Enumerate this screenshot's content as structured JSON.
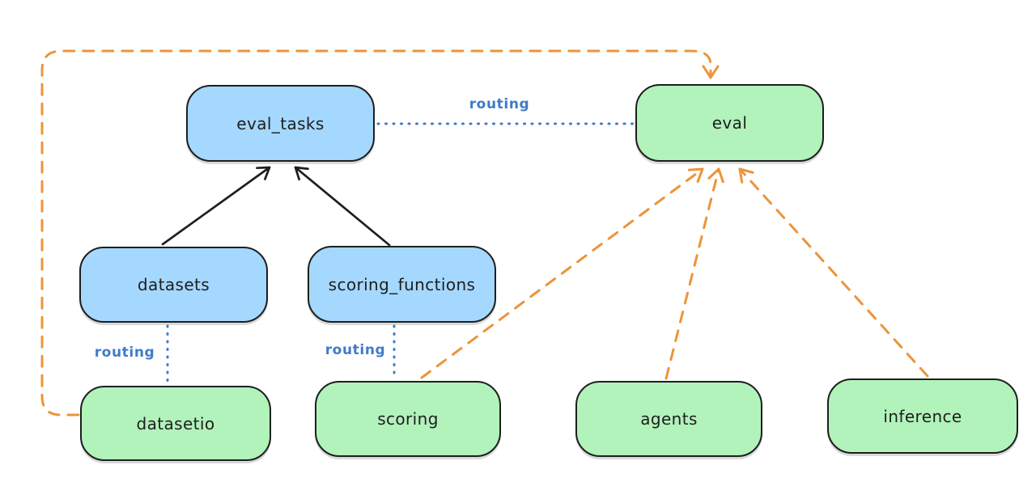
{
  "colors": {
    "node_blue_fill": "#a5d8ff",
    "node_green_fill": "#b2f2bb",
    "node_stroke": "#1e1e1e",
    "routing_blue": "#3f7bc8",
    "dashed_orange": "#ec9439",
    "background": "#ffffff"
  },
  "diagram": {
    "nodes": [
      {
        "id": "eval_tasks",
        "label": "eval_tasks",
        "color": "blue"
      },
      {
        "id": "eval",
        "label": "eval",
        "color": "green"
      },
      {
        "id": "datasets",
        "label": "datasets",
        "color": "blue"
      },
      {
        "id": "scoring_functions",
        "label": "scoring_functions",
        "color": "blue"
      },
      {
        "id": "datasetio",
        "label": "datasetio",
        "color": "green"
      },
      {
        "id": "scoring",
        "label": "scoring",
        "color": "green"
      },
      {
        "id": "agents",
        "label": "agents",
        "color": "green"
      },
      {
        "id": "inference",
        "label": "inference",
        "color": "green"
      }
    ],
    "edges": [
      {
        "from": "datasets",
        "to": "eval_tasks",
        "style": "solid_arrow"
      },
      {
        "from": "scoring_functions",
        "to": "eval_tasks",
        "style": "solid_arrow"
      },
      {
        "from": "eval_tasks",
        "to": "eval",
        "style": "dotted",
        "label": "routing"
      },
      {
        "from": "datasets",
        "to": "datasetio",
        "style": "dotted",
        "label": "routing"
      },
      {
        "from": "scoring_functions",
        "to": "scoring",
        "style": "dotted",
        "label": "routing"
      },
      {
        "from": "datasetio",
        "to": "eval",
        "style": "dashed_arrow"
      },
      {
        "from": "scoring",
        "to": "eval",
        "style": "dashed_arrow"
      },
      {
        "from": "agents",
        "to": "eval",
        "style": "dashed_arrow"
      },
      {
        "from": "inference",
        "to": "eval",
        "style": "dashed_arrow"
      }
    ]
  }
}
